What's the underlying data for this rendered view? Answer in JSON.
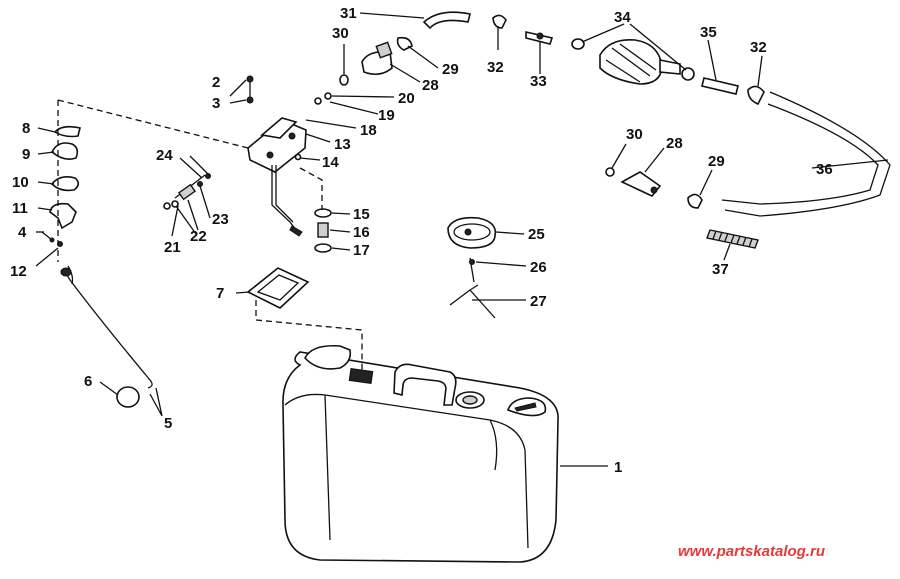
{
  "watermark": {
    "text": "www.partskatalog.ru",
    "color": "#e33a3a"
  },
  "callouts": [
    {
      "id": "c1",
      "text": "1"
    },
    {
      "id": "c2",
      "text": "2"
    },
    {
      "id": "c3",
      "text": "3"
    },
    {
      "id": "c4",
      "text": "4"
    },
    {
      "id": "c5",
      "text": "5"
    },
    {
      "id": "c6",
      "text": "6"
    },
    {
      "id": "c7",
      "text": "7"
    },
    {
      "id": "c8",
      "text": "8"
    },
    {
      "id": "c9",
      "text": "9"
    },
    {
      "id": "c10",
      "text": "10"
    },
    {
      "id": "c11",
      "text": "11"
    },
    {
      "id": "c12",
      "text": "12"
    },
    {
      "id": "c13",
      "text": "13"
    },
    {
      "id": "c14",
      "text": "14"
    },
    {
      "id": "c15",
      "text": "15"
    },
    {
      "id": "c16",
      "text": "16"
    },
    {
      "id": "c17",
      "text": "17"
    },
    {
      "id": "c18",
      "text": "18"
    },
    {
      "id": "c19",
      "text": "19"
    },
    {
      "id": "c20",
      "text": "20"
    },
    {
      "id": "c21",
      "text": "21"
    },
    {
      "id": "c22",
      "text": "22"
    },
    {
      "id": "c23",
      "text": "23"
    },
    {
      "id": "c24",
      "text": "24"
    },
    {
      "id": "c25",
      "text": "25"
    },
    {
      "id": "c26",
      "text": "26"
    },
    {
      "id": "c27",
      "text": "27"
    },
    {
      "id": "c28a",
      "text": "28"
    },
    {
      "id": "c28b",
      "text": "28"
    },
    {
      "id": "c29a",
      "text": "29"
    },
    {
      "id": "c29b",
      "text": "29"
    },
    {
      "id": "c30a",
      "text": "30"
    },
    {
      "id": "c30b",
      "text": "30"
    },
    {
      "id": "c31",
      "text": "31"
    },
    {
      "id": "c32a",
      "text": "32"
    },
    {
      "id": "c32b",
      "text": "32"
    },
    {
      "id": "c33",
      "text": "33"
    },
    {
      "id": "c34",
      "text": "34"
    },
    {
      "id": "c35",
      "text": "35"
    },
    {
      "id": "c36",
      "text": "36"
    },
    {
      "id": "c37",
      "text": "37"
    }
  ]
}
